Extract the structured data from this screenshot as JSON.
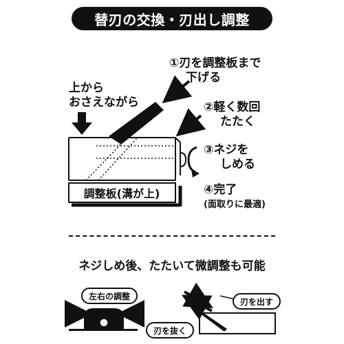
{
  "title": "替刃の交換・刃出し調整",
  "steps": {
    "step1_line1": "①刃を調整板まで",
    "step1_line2": "下げる",
    "step2_line1": "②軽く数回",
    "step2_line2": "たたく",
    "step3_line1": "③ネジを",
    "step3_line2": "しめる",
    "step4_line1": "④完了",
    "step4_line2": "(面取りに最適)"
  },
  "press_line1": "上から",
  "press_line2": "おさえながら",
  "board_label": "調整板(溝が上)",
  "subheading": "ネジしめ後、たたいて微調整も可能",
  "bottom": {
    "left_right_label": "左右の調整",
    "blade_out_label": "刃を出す",
    "blade_in_label": "刃を抜く"
  },
  "colors": {
    "ink": "#111111",
    "background": "#ffffff"
  }
}
